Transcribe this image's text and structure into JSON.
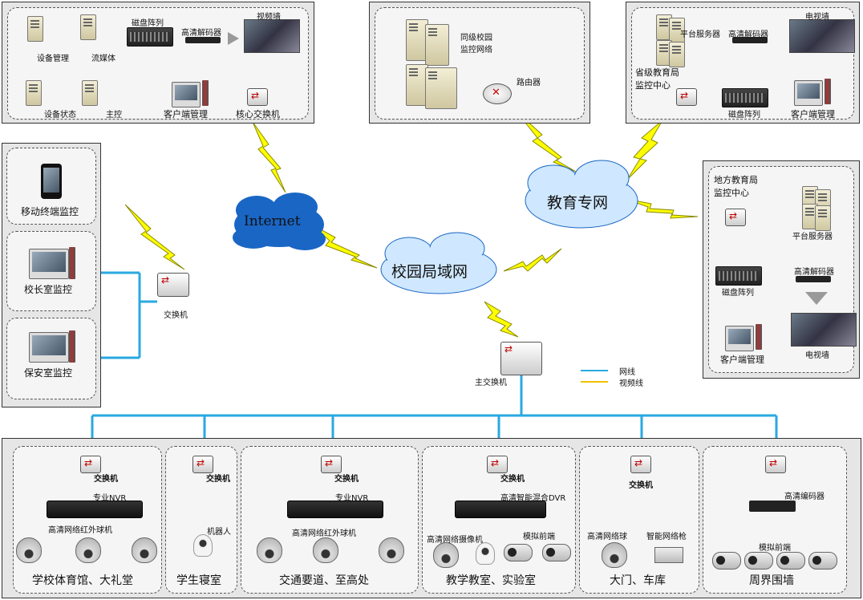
{
  "colors": {
    "net": "#29a9e1",
    "video": "#f2c200",
    "bolt": "#ffff00",
    "cloud_blue": "#1a66c5",
    "cloud_light": "#cfe8ff"
  },
  "top_left": {
    "device_mgmt": "设备管理",
    "streaming": "流媒体",
    "disk_array": "磁盘阵列",
    "hd_decoder": "高清解码器",
    "video_wall": "视频墙",
    "device_status": "设备状态",
    "main_ctrl": "主控",
    "client_mgmt": "客户端管理",
    "core_switch": "核心交换机"
  },
  "top_middle": {
    "campus_net": "同级校园\n监控网络",
    "router": "路由器"
  },
  "top_right": {
    "platform_server": "平台服务器",
    "hd_decoder": "高清解码器",
    "tv_wall": "电视墙",
    "center": "省级教育局\n监控中心",
    "disk_array": "磁盘阵列",
    "client_mgmt": "客户端管理"
  },
  "right_panel": {
    "center": "地方教育局\n监控中心",
    "platform_server": "平台服务器",
    "disk_array": "磁盘阵列",
    "hd_decoder": "高清解码器",
    "client_mgmt": "客户端管理",
    "tv_wall": "电视墙"
  },
  "left_panel": {
    "mobile": "移动终端监控",
    "principal": "校长室监控",
    "security": "保安室监控",
    "switch": "交换机"
  },
  "clouds": {
    "internet": "Internet",
    "edu": "教育专网",
    "campus": "校园局域网"
  },
  "main_switch": "主交换机",
  "legend": {
    "net": "网线",
    "video": "视频线"
  },
  "bottom": {
    "zones": [
      {
        "name": "学校体育馆、大礼堂",
        "switch": "交换机",
        "nvr": "专业NVR",
        "cams": "高清网络红外球机"
      },
      {
        "name": "学生寝室",
        "switch": "交换机",
        "robot": "机器人"
      },
      {
        "name": "交通要道、至高处",
        "switch": "交换机",
        "nvr": "专业NVR",
        "cams": "高清网络红外球机"
      },
      {
        "name": "教学教室、实验室",
        "switch": "交换机",
        "nvr": "高清智能混合DVR",
        "ipcam": "高清网络摄像机",
        "analog": "模拟前端"
      },
      {
        "name": "大门、车库",
        "switch": "交换机",
        "dome": "高清网络球",
        "gun": "智能网络枪"
      },
      {
        "name": "周界围墙",
        "encoder": "高清编码器",
        "analog": "模拟前端"
      }
    ]
  }
}
